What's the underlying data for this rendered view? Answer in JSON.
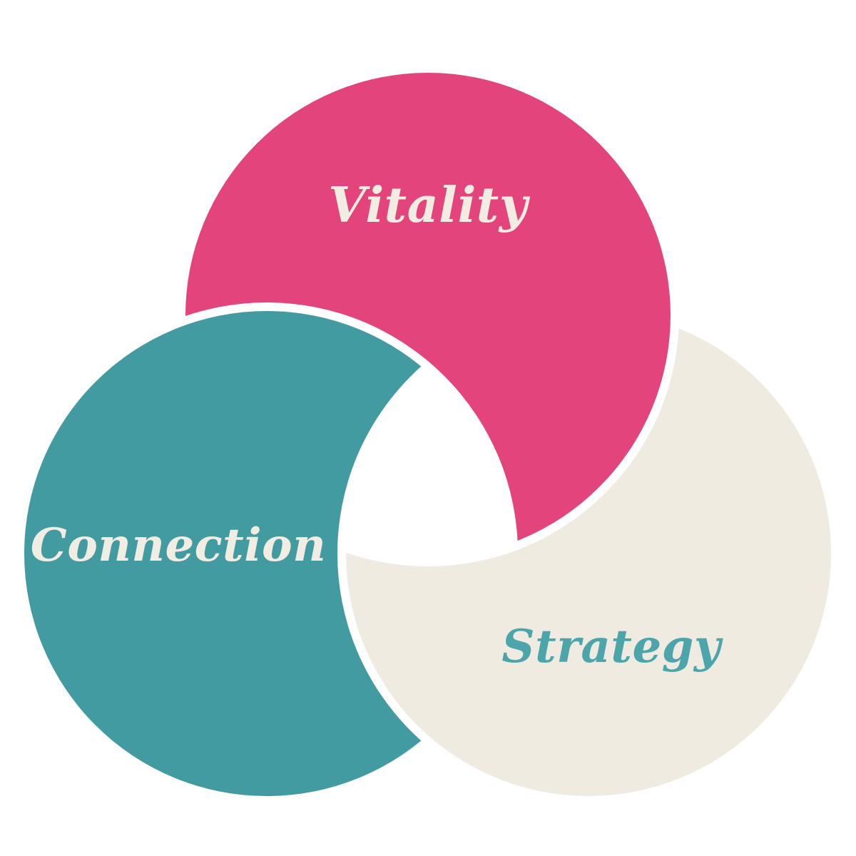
{
  "diagram": {
    "circles": [
      {
        "id": "vitality",
        "label": "Vitality",
        "fill": "#E4447C",
        "text_color": "#F2EDE2"
      },
      {
        "id": "connection",
        "label": "Connection",
        "fill": "#439BA2",
        "text_color": "#F2EDE2"
      },
      {
        "id": "strategy",
        "label": "Strategy",
        "fill": "#EFEBE1",
        "text_color": "#4BA5AB"
      }
    ],
    "background": "#FFFFFF"
  }
}
